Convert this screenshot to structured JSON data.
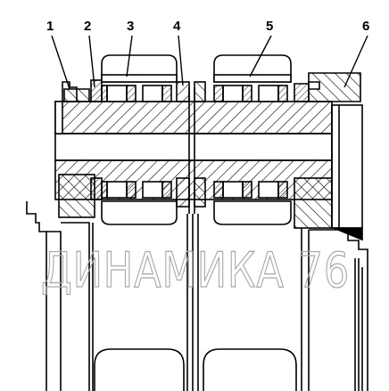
{
  "callouts": {
    "c1": "1",
    "c2": "2",
    "c3": "3",
    "c4": "4",
    "c5": "5",
    "c6": "6"
  },
  "watermark": {
    "text": "ДИНАМИКА 76"
  },
  "colors": {
    "line": "#000000",
    "watermark": "#a8a8a8",
    "background": "#ffffff"
  }
}
